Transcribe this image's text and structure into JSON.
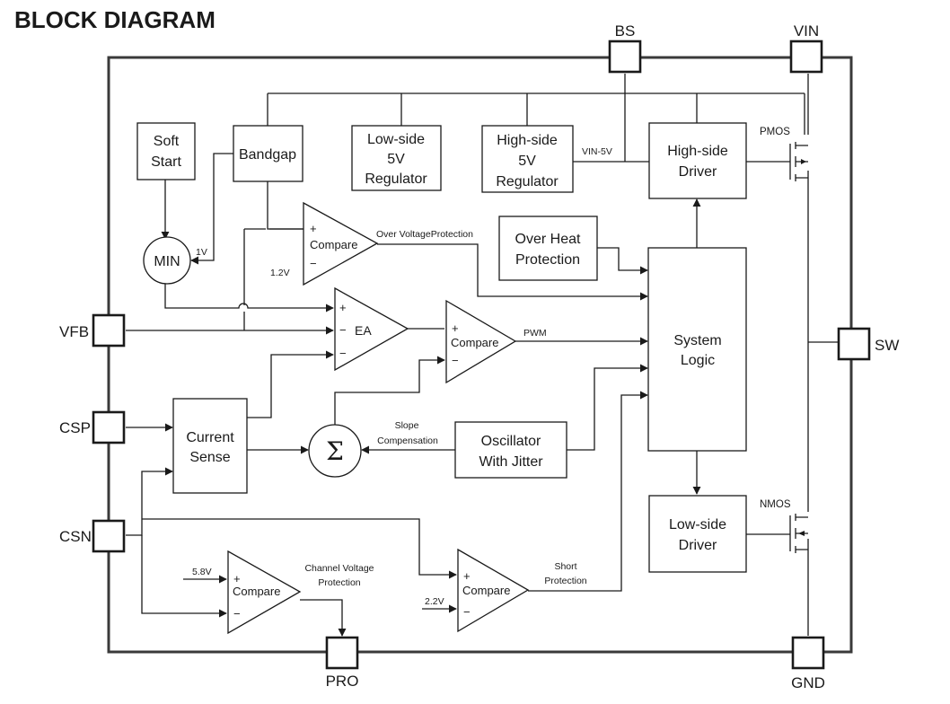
{
  "title": "BLOCK DIAGRAM",
  "pins": {
    "bs": "BS",
    "vin": "VIN",
    "vfb": "VFB",
    "sw": "SW",
    "csp": "CSP",
    "csn": "CSN",
    "pro": "PRO",
    "gnd": "GND"
  },
  "blocks": {
    "soft_start": [
      "Soft",
      "Start"
    ],
    "bandgap": "Bandgap",
    "lowside_reg": [
      "Low-side",
      "5V",
      "Regulator"
    ],
    "highside_reg": [
      "High-side",
      "5V",
      "Regulator"
    ],
    "highside_driver": [
      "High-side",
      "Driver"
    ],
    "over_heat": [
      "Over Heat",
      "Protection"
    ],
    "min": "MIN",
    "system_logic": [
      "System",
      "Logic"
    ],
    "current_sense": [
      "Current",
      "Sense"
    ],
    "oscillator": [
      "Oscillator",
      "With Jitter"
    ],
    "lowside_driver": [
      "Low-side",
      "Driver"
    ],
    "sigma": "Σ"
  },
  "amps": {
    "ovp_compare": "Compare",
    "ea": "EA",
    "pwm_compare": "Compare",
    "cvp_compare": "Compare",
    "scp_compare": "Compare"
  },
  "signals": {
    "vin_5v": "VIN-5V",
    "pmos": "PMOS",
    "nmos": "NMOS",
    "over_voltage": "Over VoltageProtection",
    "v1": "1V",
    "v1_2": "1.2V",
    "pwm": "PWM",
    "slope": [
      "Slope",
      "Compensation"
    ],
    "channel_voltage": [
      "Channel Voltage",
      "Protection"
    ],
    "short_protection": [
      "Short",
      "Protection"
    ],
    "v5_8": "5.8V",
    "v2_2": "2.2V",
    "plus": "+",
    "minus": "−"
  }
}
